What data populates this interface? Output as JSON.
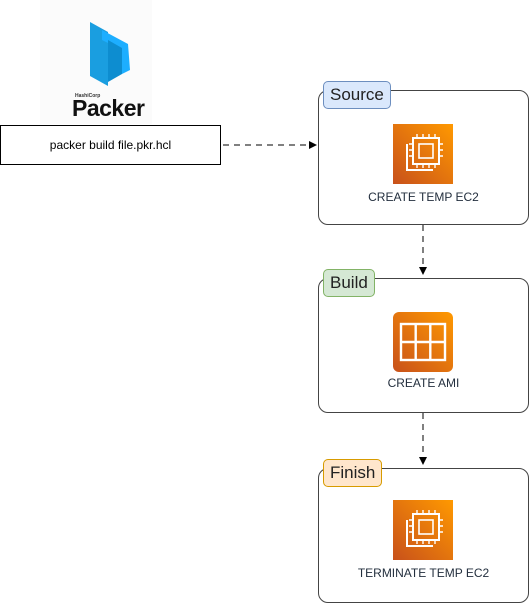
{
  "logo": {
    "brand": "HashiCorp",
    "name": "Packer"
  },
  "command": {
    "text": "packer build file.pkr.hcl"
  },
  "stages": [
    {
      "tag": "Source",
      "caption": "CREATE TEMP EC2",
      "icon": "ec2-instance-icon",
      "tag_bg": "#dae8fc",
      "tag_border": "#6c8ebf"
    },
    {
      "tag": "Build",
      "caption": "CREATE AMI",
      "icon": "ami-icon",
      "tag_bg": "#d5e8d4",
      "tag_border": "#82b366"
    },
    {
      "tag": "Finish",
      "caption": "TERMINATE TEMP EC2",
      "icon": "ec2-instance-icon",
      "tag_bg": "#ffe6cc",
      "tag_border": "#d79b00"
    }
  ],
  "colors": {
    "aws_orange_top": "#f78e04",
    "aws_orange_bottom": "#d05c17",
    "packer_blue": "#1daeff"
  }
}
